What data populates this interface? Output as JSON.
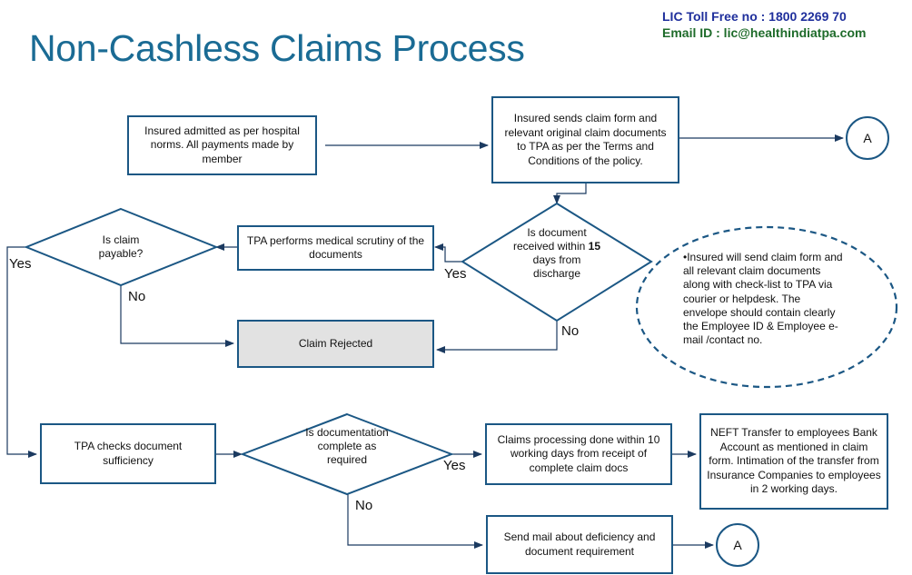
{
  "header": {
    "title": "Non-Cashless Claims Process",
    "toll_free": "LIC Toll Free no : 1800 2269 70",
    "email": "Email ID   : lic@healthindiatpa.com"
  },
  "boxes": {
    "admitted": "Insured admitted as per hospital norms. All payments made by member",
    "sends_claim": "Insured sends claim form and relevant original claim documents to TPA as per the Terms and Conditions of the policy.",
    "medical_scrutiny": "TPA performs medical scrutiny of the documents",
    "claim_rejected": "Claim Rejected",
    "doc_sufficiency": "TPA checks document sufficiency",
    "claims_processing": "Claims processing done within 10 working days from receipt of complete claim docs",
    "neft_transfer": "NEFT Transfer to employees Bank Account as mentioned in claim form. Intimation of the transfer from Insurance Companies to employees in 2 working days.",
    "send_mail": "Send mail about deficiency and document requirement"
  },
  "decisions": {
    "claim_payable": "Is claim payable?",
    "doc_received_pre": "Is document received within ",
    "doc_received_days": "15",
    "doc_received_post": " days from discharge",
    "documentation_complete": "Is documentation complete as required"
  },
  "labels": {
    "yes": "Yes",
    "no": "No"
  },
  "connector": "A",
  "note": "•Insured will send claim form and all relevant claim documents along with check-list to TPA via courier or helpdesk. The envelope should contain clearly the Employee ID & Employee e-mail /contact no.",
  "colors": {
    "title": "#1a6b94",
    "border": "#1b5784",
    "rejected_fill": "#e2e2e2",
    "toll_free": "#1f2f9c",
    "email": "#1e6b2a"
  }
}
